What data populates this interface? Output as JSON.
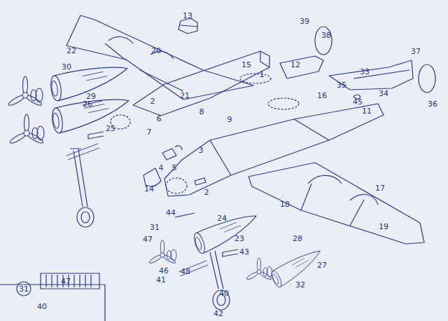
{
  "diagram": {
    "labels": [
      "13",
      "39",
      "38",
      "22",
      "20",
      "15",
      "1",
      "12",
      "33",
      "37",
      "30",
      "35",
      "34",
      "45",
      "36",
      "21",
      "29",
      "26",
      "2",
      "16",
      "8",
      "11",
      "9",
      "6",
      "25",
      "7",
      "3",
      "4",
      "5",
      "14",
      "2",
      "17",
      "18",
      "19",
      "44",
      "24",
      "31",
      "28",
      "47",
      "23",
      "43",
      "27",
      "46",
      "48",
      "41",
      "40",
      "32",
      "42",
      "47",
      "31",
      "40"
    ]
  }
}
